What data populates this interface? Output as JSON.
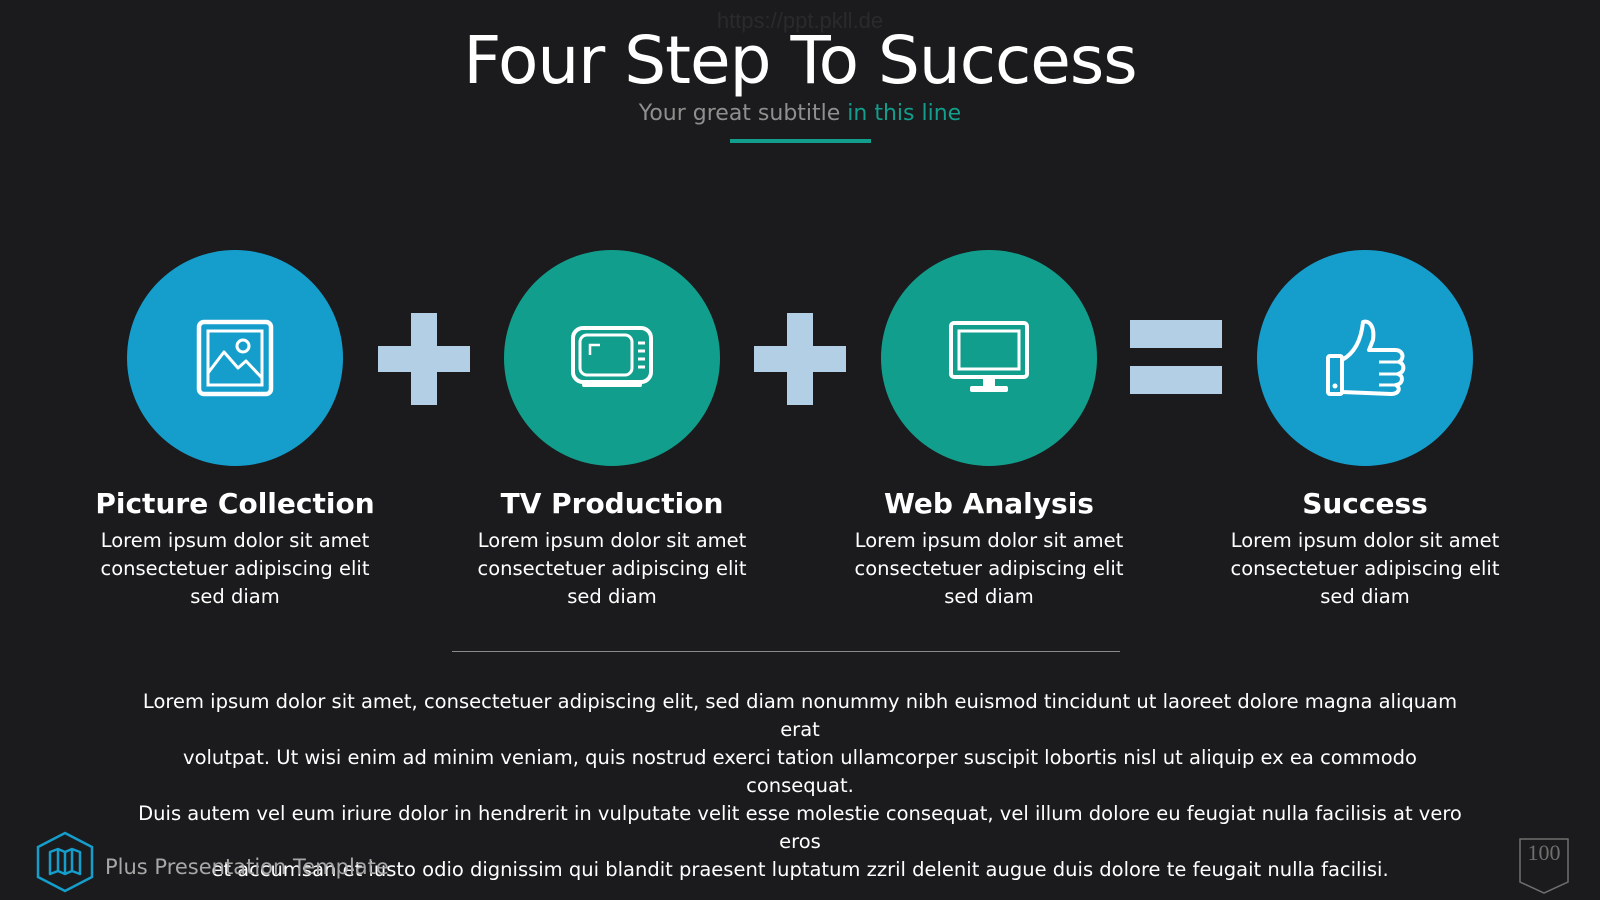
{
  "watermark": "https://ppt.pkll.de",
  "header": {
    "title": "Four Step To Success",
    "subtitle_main": "Your great subtitle ",
    "subtitle_accent": "in this line"
  },
  "colors": {
    "blue": "#159ecc",
    "teal": "#129e8c",
    "operator": "#b3cfe5",
    "background": "#1b1b1d"
  },
  "steps": [
    {
      "title": "Picture Collection",
      "icon": "picture-icon",
      "desc1": "Lorem ipsum dolor sit amet",
      "desc2": "consectetuer adipiscing elit",
      "desc3": "sed diam"
    },
    {
      "title": "TV Production",
      "icon": "tv-icon",
      "desc1": "Lorem ipsum dolor sit amet",
      "desc2": "consectetuer adipiscing elit",
      "desc3": "sed diam"
    },
    {
      "title": "Web Analysis",
      "icon": "monitor-icon",
      "desc1": "Lorem ipsum dolor sit amet",
      "desc2": "consectetuer adipiscing elit",
      "desc3": "sed diam"
    },
    {
      "title": "Success",
      "icon": "thumbs-up-icon",
      "desc1": "Lorem ipsum dolor sit amet",
      "desc2": "consectetuer adipiscing elit",
      "desc3": "sed diam"
    }
  ],
  "operators": [
    "plus-icon",
    "plus-icon",
    "equals-icon"
  ],
  "body": {
    "line1": "Lorem ipsum dolor sit amet, consectetuer adipiscing elit, sed diam nonummy nibh euismod tincidunt ut laoreet dolore magna aliquam erat",
    "line2": "volutpat. Ut wisi enim ad minim veniam, quis nostrud exerci tation ullamcorper suscipit lobortis nisl ut aliquip ex ea commodo consequat.",
    "line3": "Duis autem vel eum iriure dolor in hendrerit in vulputate velit esse molestie consequat, vel illum dolore eu feugiat nulla facilisis at vero eros",
    "line4": "et accumsan et iusto odio dignissim qui blandit praesent luptatum zzril delenit augue duis dolore te feugait nulla facilisi."
  },
  "footer": {
    "logo_icon": "map-icon",
    "text": "Plus Presentation Template",
    "page_number": "100"
  }
}
